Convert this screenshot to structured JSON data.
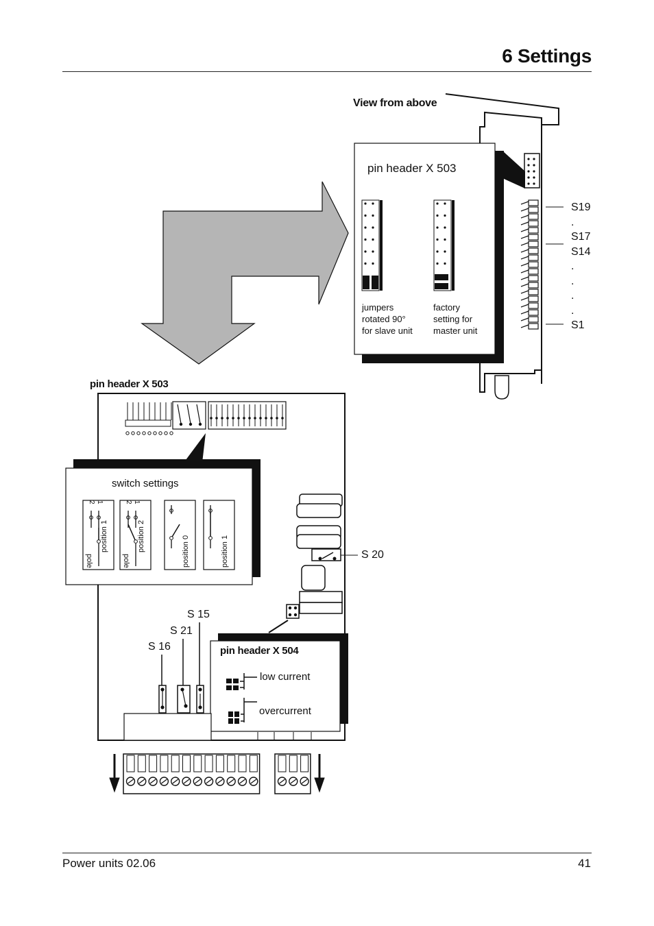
{
  "header": {
    "title": "6 Settings"
  },
  "figure": {
    "view_label": "View from above",
    "inset_top": {
      "title": "pin header X 503",
      "left_caption": [
        "jumpers",
        "rotated 90°",
        "for slave unit"
      ],
      "right_caption": [
        "factory",
        "setting for",
        "master unit"
      ]
    },
    "side_labels": [
      "S19",
      ".",
      "S17",
      "S14",
      ".",
      ".",
      ".",
      ".",
      "S1"
    ],
    "board_label": "pin header X 503",
    "switch_inset": {
      "title": "switch settings",
      "cells": [
        "position 1",
        "position 2",
        "position 0",
        "position 1"
      ],
      "pole": "pole",
      "digits": [
        "2",
        "1"
      ]
    },
    "s20": "S 20",
    "s15": "S 15",
    "s21": "S 21",
    "s16": "S 16",
    "x504": {
      "title": "pin header X 504",
      "low": "low current",
      "over": "overcurrent"
    }
  },
  "footer": {
    "left": "Power units 02.06",
    "right": "41"
  }
}
